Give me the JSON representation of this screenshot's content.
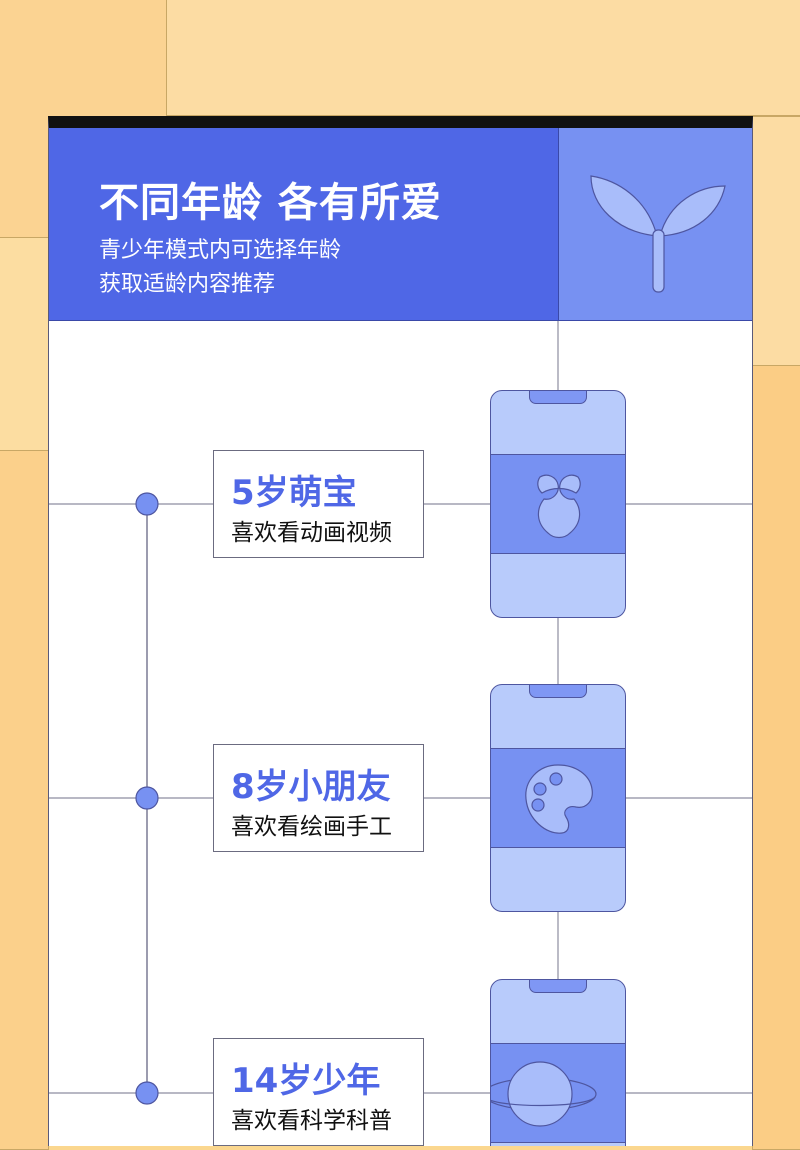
{
  "header": {
    "title": "不同年龄 各有所爱",
    "subtitle_line1": "青少年模式内可选择年龄",
    "subtitle_line2": "获取适龄内容推荐",
    "icon": "sprout-icon"
  },
  "stages": [
    {
      "age_label": "5岁萌宝",
      "interest": "喜欢看动画视频",
      "icon": "bear-icon"
    },
    {
      "age_label": "8岁小朋友",
      "interest": "喜欢看绘画手工",
      "icon": "palette-icon"
    },
    {
      "age_label": "14岁少年",
      "interest": "喜欢看科学科普",
      "icon": "planet-icon"
    }
  ],
  "colors": {
    "background": "#fbd78f",
    "accent_blue": "#4f67e6",
    "light_blue": "#7791f2",
    "pale_blue": "#b8cbfb"
  }
}
